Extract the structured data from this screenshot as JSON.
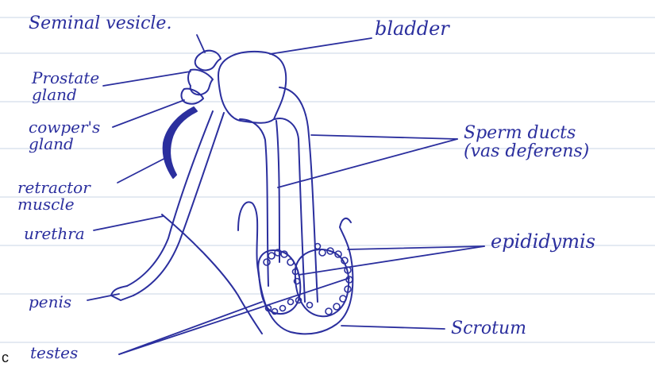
{
  "ink_color": "#2b2f9e",
  "corner_letter": "c",
  "labels": {
    "seminal_vesicle": "Seminal vesicle.",
    "bladder": "bladder",
    "prostate_gland": "Prostate\ngland",
    "cowpers_gland": "cowper's\ngland",
    "retractor_muscle": "retractor\nmuscle",
    "urethra": "urethra",
    "penis": "penis",
    "testes": "testes",
    "sperm_ducts": "Sperm ducts\n(vas deferens)",
    "epididymis": "epididymis",
    "scrotum": "Scrotum"
  }
}
